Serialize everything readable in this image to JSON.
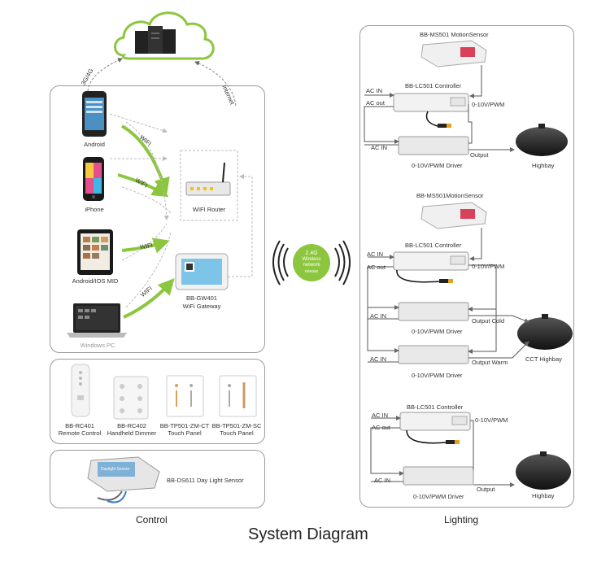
{
  "title": "System Diagram",
  "sections": {
    "control": "Control",
    "lighting": "Lighting"
  },
  "cloud": {
    "link_3g4g": "3G/4G",
    "link_internet": "Internet"
  },
  "wireless": {
    "line1": "2.4G",
    "line2": "Wireless",
    "line3": "network",
    "line4": "release"
  },
  "control_panel": {
    "devices": {
      "android": "Android",
      "iphone": "iPhone",
      "tablet": "Android/IOS MID",
      "pc": "Windows PC"
    },
    "wifi_labels": [
      "WIFI",
      "WIFI",
      "WIFI",
      "WIFI"
    ],
    "router": "WIFI Router",
    "gateway_model": "BB-GW401",
    "gateway_name": "WiFi Gateway"
  },
  "remotes": [
    {
      "model": "BB-RC401",
      "name": "Remote Control"
    },
    {
      "model": "BB-RC402",
      "name": "Handheld Dimmer"
    },
    {
      "model": "BB-TP501-ZM-CT",
      "name": "Touch Panel"
    },
    {
      "model": "BB-TP501-ZM-SC",
      "name": "Touch Panel"
    }
  ],
  "sensor": {
    "label": "BB-DS611 Day Light Sensor",
    "device_text": "Daylight Sensor"
  },
  "lighting": {
    "group1": {
      "sensor": "BB-MS501 MotionSensor",
      "controller": "BB-LC501 Controller",
      "ac_in": "AC IN",
      "ac_out": "AC out",
      "ac_in2": "AC IN",
      "pwm": "0-10V/PWM",
      "output": "Output",
      "driver": "0-10V/PWM  Driver",
      "lamp": "Highbay"
    },
    "group2": {
      "sensor": "BB-MS501MotionSensor",
      "controller": "BB-LC501 Controller",
      "ac_in": "AC IN",
      "ac_out": "AC out",
      "ac_in2": "AC IN",
      "ac_in3": "AC IN",
      "pwm": "0-10V/PWM",
      "output_cold": "Output  Cold",
      "output_warm": "Output  Warm",
      "driver1": "0-10V/PWM  Driver",
      "driver2": "0-10V/PWM  Driver",
      "lamp": "CCT Highbay"
    },
    "group3": {
      "controller": "BB-LC501 Controller",
      "ac_in": "AC IN",
      "ac_out": "AC out",
      "ac_in2": "AC IN",
      "pwm": "0-10V/PWM",
      "output": "Output",
      "driver": "0-10V/PWM  Driver",
      "lamp": "Highbay"
    }
  },
  "colors": {
    "accent_green": "#8cc63f",
    "border": "#9a9a9a"
  }
}
